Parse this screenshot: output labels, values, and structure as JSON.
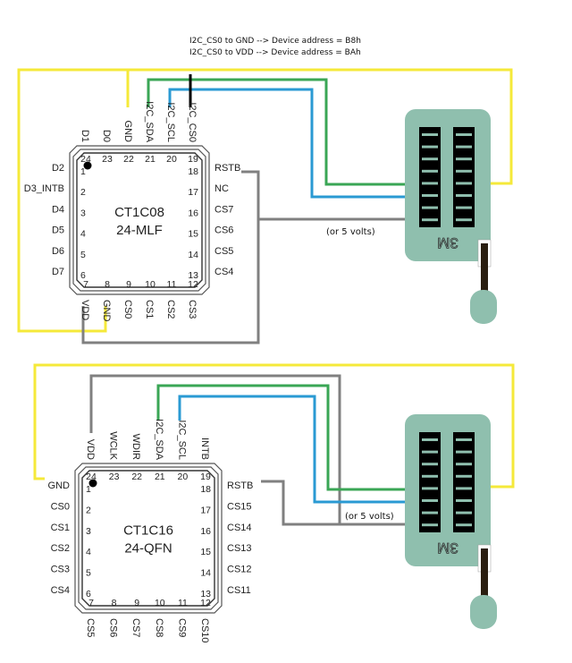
{
  "notes": [
    "I2C_CS0 to GND --> Device address = B8h",
    "I2C_CS0 to VDD --> Device address = BAh"
  ],
  "colors": {
    "gnd_wire": "#f5e93a",
    "sda_wire": "#3aa655",
    "scl_wire": "#2a9ad3",
    "vdd_wire": "#808080",
    "cs0_wire": "#000000",
    "socket_body": "#8fbfae",
    "socket_slot": "#000000",
    "lever": "#2a1e10"
  },
  "chips": [
    {
      "id": "ct1c08",
      "name": "CT1C08",
      "package": "24-MLF",
      "pins_top": [
        {
          "num": "24",
          "label": "D1"
        },
        {
          "num": "23",
          "label": "D0"
        },
        {
          "num": "22",
          "label": "GND"
        },
        {
          "num": "21",
          "label": "I2C_SDA"
        },
        {
          "num": "20",
          "label": "I2C_SCL"
        },
        {
          "num": "19",
          "label": "I2C_CS0"
        }
      ],
      "pins_left": [
        {
          "num": "1",
          "label": "D2"
        },
        {
          "num": "2",
          "label": "D3_INTB"
        },
        {
          "num": "3",
          "label": "D4"
        },
        {
          "num": "4",
          "label": "D5"
        },
        {
          "num": "5",
          "label": "D6"
        },
        {
          "num": "6",
          "label": "D7"
        }
      ],
      "pins_right": [
        {
          "num": "18",
          "label": "RSTB"
        },
        {
          "num": "17",
          "label": "NC"
        },
        {
          "num": "16",
          "label": "CS7"
        },
        {
          "num": "15",
          "label": "CS6"
        },
        {
          "num": "14",
          "label": "CS5"
        },
        {
          "num": "13",
          "label": "CS4"
        }
      ],
      "pins_bottom": [
        {
          "num": "7",
          "label": "VDD"
        },
        {
          "num": "8",
          "label": "GND"
        },
        {
          "num": "9",
          "label": "CS0"
        },
        {
          "num": "10",
          "label": "CS1"
        },
        {
          "num": "11",
          "label": "CS2"
        },
        {
          "num": "12",
          "label": "CS3"
        }
      ],
      "volts_note": "(or 5 volts)",
      "socket_label": "3M"
    },
    {
      "id": "ct1c16",
      "name": "CT1C16",
      "package": "24-QFN",
      "pins_top": [
        {
          "num": "24",
          "label": "VDD"
        },
        {
          "num": "23",
          "label": "WCLK"
        },
        {
          "num": "22",
          "label": "WDIR"
        },
        {
          "num": "21",
          "label": "I2C_SDA"
        },
        {
          "num": "20",
          "label": "I2C_SCL"
        },
        {
          "num": "19",
          "label": "INTB"
        }
      ],
      "pins_left": [
        {
          "num": "1",
          "label": "GND"
        },
        {
          "num": "2",
          "label": "CS0"
        },
        {
          "num": "3",
          "label": "CS1"
        },
        {
          "num": "4",
          "label": "CS2"
        },
        {
          "num": "5",
          "label": "CS3"
        },
        {
          "num": "6",
          "label": "CS4"
        }
      ],
      "pins_right": [
        {
          "num": "18",
          "label": "RSTB"
        },
        {
          "num": "17",
          "label": "CS15"
        },
        {
          "num": "16",
          "label": "CS14"
        },
        {
          "num": "15",
          "label": "CS13"
        },
        {
          "num": "14",
          "label": "CS12"
        },
        {
          "num": "13",
          "label": "CS11"
        }
      ],
      "pins_bottom": [
        {
          "num": "7",
          "label": "CS5"
        },
        {
          "num": "8",
          "label": "CS6"
        },
        {
          "num": "9",
          "label": "CS7"
        },
        {
          "num": "10",
          "label": "CS8"
        },
        {
          "num": "11",
          "label": "CS9"
        },
        {
          "num": "12",
          "label": "CS10"
        }
      ],
      "volts_note": "(or 5 volts)",
      "socket_label": "3M"
    }
  ]
}
